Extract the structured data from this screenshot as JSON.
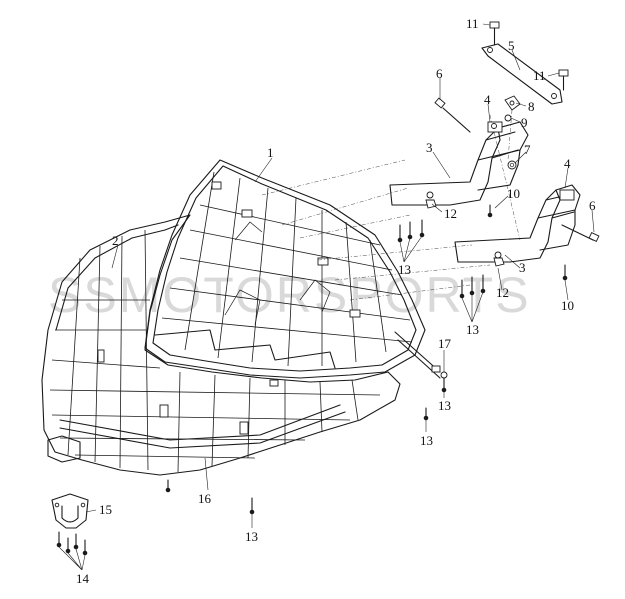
{
  "watermark": "SSMOTORSPORTS",
  "callouts": [
    {
      "id": "c1",
      "text": "1"
    },
    {
      "id": "c2",
      "text": "2"
    },
    {
      "id": "c3a",
      "text": "3"
    },
    {
      "id": "c3b",
      "text": "3"
    },
    {
      "id": "c4a",
      "text": "4"
    },
    {
      "id": "c4b",
      "text": "4"
    },
    {
      "id": "c5",
      "text": "5"
    },
    {
      "id": "c6a",
      "text": "6"
    },
    {
      "id": "c6b",
      "text": "6"
    },
    {
      "id": "c7",
      "text": "7"
    },
    {
      "id": "c8",
      "text": "8"
    },
    {
      "id": "c9",
      "text": "9"
    },
    {
      "id": "c10a",
      "text": "10"
    },
    {
      "id": "c10b",
      "text": "10"
    },
    {
      "id": "c11a",
      "text": "11"
    },
    {
      "id": "c11b",
      "text": "11"
    },
    {
      "id": "c12a",
      "text": "12"
    },
    {
      "id": "c12b",
      "text": "12"
    },
    {
      "id": "c13a",
      "text": "13"
    },
    {
      "id": "c13b",
      "text": "13"
    },
    {
      "id": "c13c",
      "text": "13"
    },
    {
      "id": "c13d",
      "text": "13"
    },
    {
      "id": "c13e",
      "text": "13"
    },
    {
      "id": "c14",
      "text": "14"
    },
    {
      "id": "c15",
      "text": "15"
    },
    {
      "id": "c16",
      "text": "16"
    },
    {
      "id": "c17",
      "text": "17"
    }
  ]
}
